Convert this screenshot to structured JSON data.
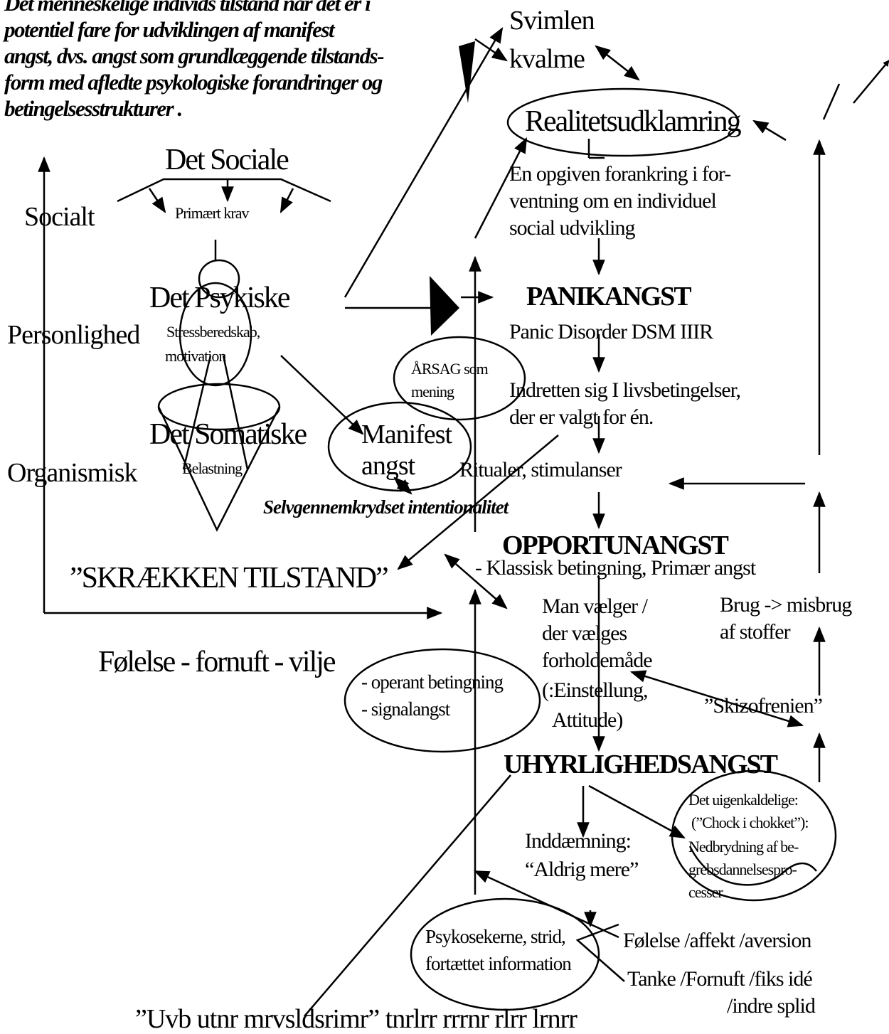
{
  "intro": {
    "lines": [
      "Det menneskelige individs tilstand når det er i",
      "potentiel fare for udviklingen af manifest",
      "angst, dvs. angst som grundlæggende tilstands-",
      "form med afledte psykologiske forandringer og",
      "betingelsesstrukturer ."
    ]
  },
  "left": {
    "det_sociale": "Det Sociale",
    "primaert_krav": "Primært krav",
    "det_psykiske": "Det Psykiske",
    "stress_1": "Stressberedskab,",
    "stress_2": "motivation",
    "det_somatiske": "Det Somatiske",
    "belastning": "Belastning",
    "level_socialt": "Socialt",
    "level_personlighed": "Personlighed",
    "level_organismisk": "Organismisk",
    "skraekken": "”SKRÆKKEN TILSTAND”",
    "folelse_fornuft_vilje": "Følelse - fornuft - vilje"
  },
  "middle": {
    "manifest_1": "Manifest",
    "manifest_2": "angst",
    "aarsag_1": "ÅRSAG som",
    "aarsag_2": "mening",
    "selvgennemkrydset": "Selvgennemkrydset intentionalitet",
    "operant_1": "- operant betingning",
    "operant_2": "- signalangst",
    "psykosekerne_1": "Psykosekerne, strid,",
    "psykosekerne_2": "fortættet information",
    "bottom_cut": "”Uvb utnr mrvsldsrimr” tnrlrr rrrnr rlrr lrnrr"
  },
  "right": {
    "svimlen": "Svimlen",
    "kvalme": "kvalme",
    "realitet": "Realitetsudklamring",
    "opgiven_1": "En opgiven forankring i for-",
    "opgiven_2": "ventning om en individuel",
    "opgiven_3": "social udvikling",
    "panikangst": "PANIKANGST",
    "panic_disorder": "Panic Disorder DSM IIIR",
    "indretten_1": "Indretten sig I livsbetingelser,",
    "indretten_2": "der er valgt for én.",
    "ritualer": "Ritualer, stimulanser",
    "opportunangst": "OPPORTUNANGST",
    "klassisk": "- Klassisk betingning, Primær angst",
    "man_1": "Man vælger /",
    "man_2": "der vælges",
    "man_3": "forholdemåde",
    "man_4": "(:Einstellung,",
    "man_5": "Attitude)",
    "brug_1": "Brug -> misbrug",
    "brug_2": "af stoffer",
    "skizofrenien": "”Skizofrenien”",
    "uhyrlighed": "UHYRLIGHEDSANGST",
    "uigen_1": "Det uigenkaldelige:",
    "uigen_2": "(”Chock i chokket”):",
    "uigen_3": "Nedbrydning af be-",
    "uigen_4": "grebsdannelsespro-",
    "uigen_5": "cesser",
    "inddaemning_1": "Inddæmning:",
    "inddaemning_2": "“Aldrig mere”",
    "folelse_affekt": "Følelse /affekt /aversion",
    "tanke_1": "Tanke /Fornuft /fiks idé",
    "tanke_2": "/indre splid"
  }
}
